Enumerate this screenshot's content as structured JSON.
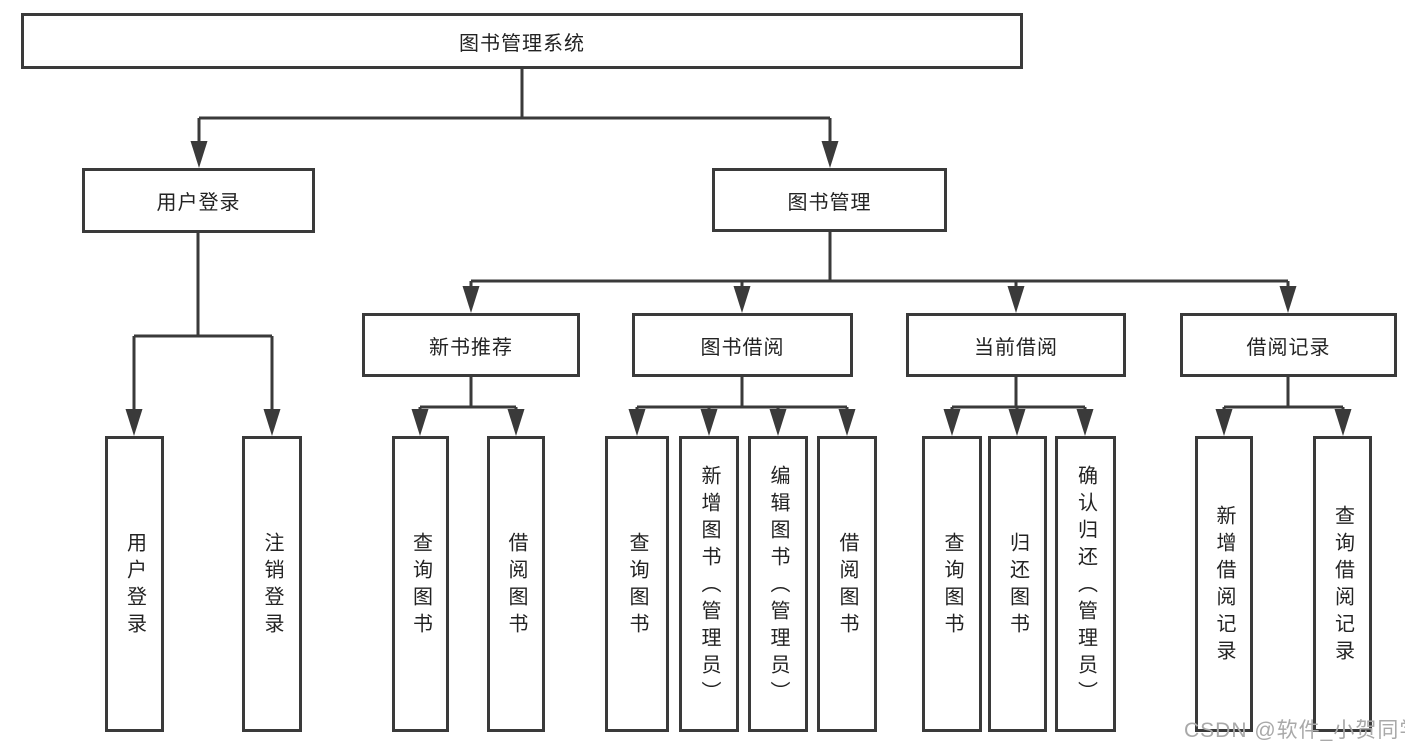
{
  "tree": {
    "root": "图书管理系统",
    "children": [
      {
        "label": "用户登录",
        "children": [
          {
            "label": "用户登录"
          },
          {
            "label": "注销登录"
          }
        ]
      },
      {
        "label": "图书管理",
        "children": [
          {
            "label": "新书推荐",
            "children": [
              {
                "label": "查询图书"
              },
              {
                "label": "借阅图书"
              }
            ]
          },
          {
            "label": "图书借阅",
            "children": [
              {
                "label": "查询图书"
              },
              {
                "label": "新增图书（管理员）"
              },
              {
                "label": "编辑图书（管理员）"
              },
              {
                "label": "借阅图书"
              }
            ]
          },
          {
            "label": "当前借阅",
            "children": [
              {
                "label": "查询图书"
              },
              {
                "label": "归还图书"
              },
              {
                "label": "确认归还（管理员）"
              }
            ]
          },
          {
            "label": "借阅记录",
            "children": [
              {
                "label": "新增借阅记录"
              },
              {
                "label": "查询借阅记录"
              }
            ]
          }
        ]
      }
    ]
  },
  "watermark": "CSDN @软件_小贺同学",
  "colors": {
    "line": "#3a3a3a",
    "text": "#232323",
    "watermark": "#a9a9a9",
    "background": "#ffffff"
  }
}
